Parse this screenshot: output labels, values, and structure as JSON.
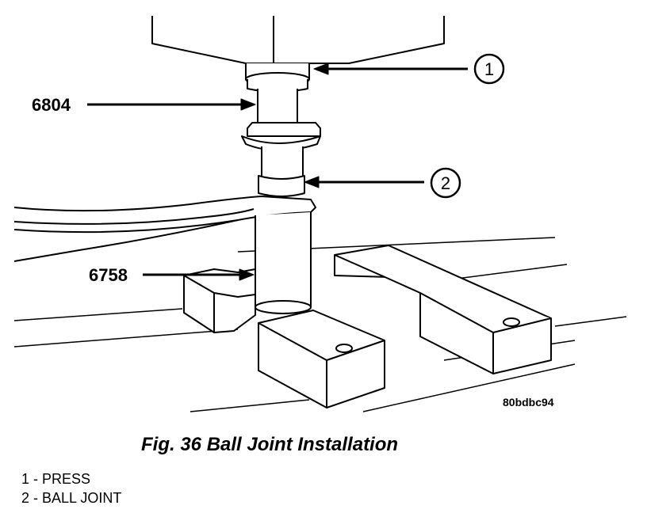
{
  "figure": {
    "caption": "Fig. 36 Ball Joint Installation",
    "ref_code": "80bdbc94",
    "callouts": [
      {
        "number": "1"
      },
      {
        "number": "2"
      }
    ],
    "tool_labels": {
      "upper": "6804",
      "lower": "6758"
    }
  },
  "legend": [
    "1 - PRESS",
    "2 - BALL JOINT"
  ]
}
